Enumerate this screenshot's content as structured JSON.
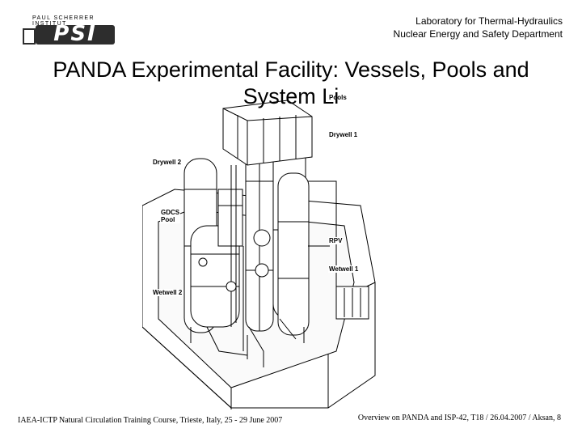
{
  "logo": {
    "caption": "PAUL SCHERRER INSTITUT",
    "mark": "PSI"
  },
  "header": {
    "line1": "Laboratory for Thermal-Hydraulics",
    "line2": "Nuclear Energy and Safety Department"
  },
  "title": {
    "line1": "PANDA Experimental Facility: Vessels, Pools and",
    "line2": "System Li"
  },
  "figure": {
    "labels": {
      "pools": "Pools",
      "drywell1": "Drywell 1",
      "drywell2": "Drywell 2",
      "gdcs_line1": "GDCS",
      "gdcs_line2": "Pool",
      "rpv": "RPV",
      "wetwell1": "Wetwell 1",
      "wetwell2": "Wetwell 2"
    }
  },
  "footer": {
    "left": "IAEA-ICTP Natural Circulation Training Course, Trieste, Italy, 25 - 29 June 2007",
    "right": "Overview on PANDA and ISP-42, T18 / 26.04.2007 / Aksan, 8"
  }
}
